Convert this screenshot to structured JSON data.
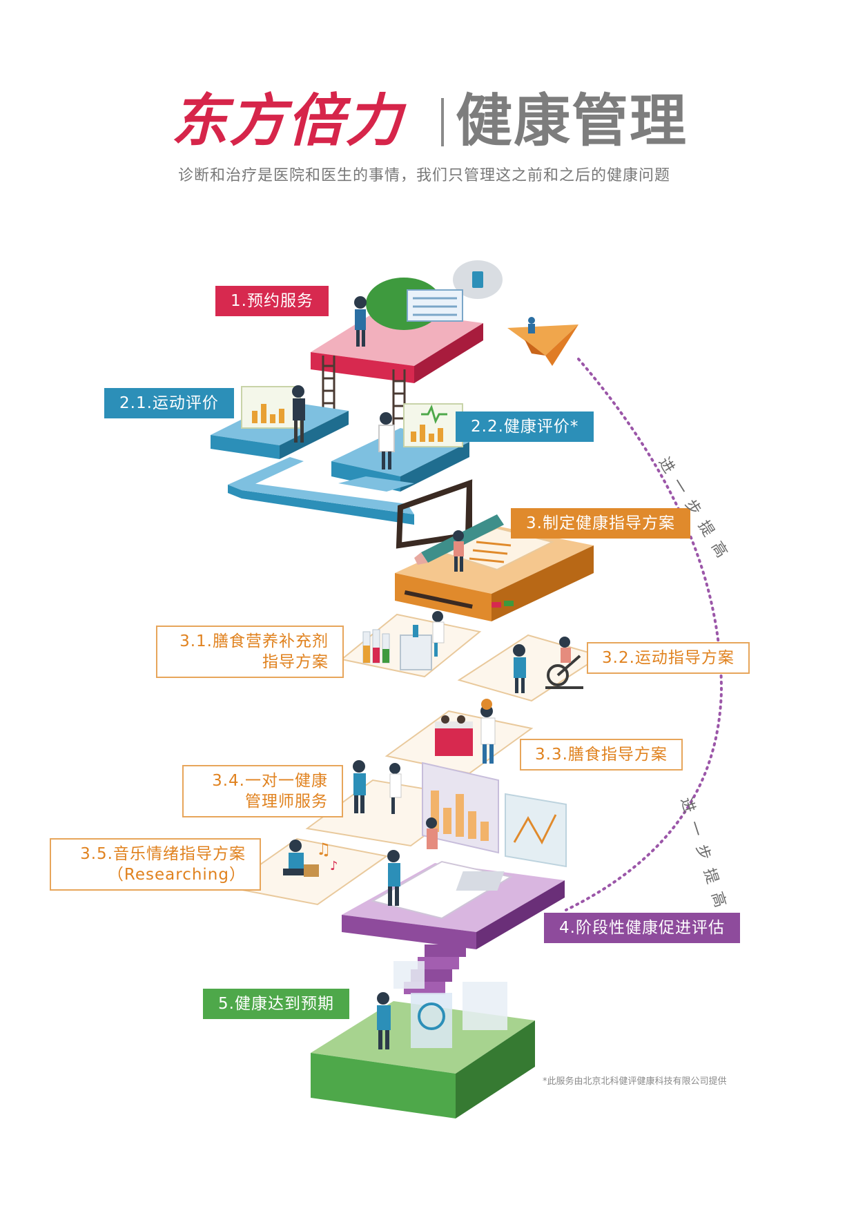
{
  "header": {
    "brand": "东方倍力",
    "product": "健康管理",
    "tagline": "诊断和治疗是医院和医生的事情，我们只管理这之前和之后的健康问题"
  },
  "steps": {
    "s1": "1.预约服务",
    "s2_1": "2.1.运动评价",
    "s2_2": "2.2.健康评价*",
    "s3": "3.制定健康指导方案",
    "s3_1a": "3.1.膳食营养补充剂",
    "s3_1b": "指导方案",
    "s3_2": "3.2.运动指导方案",
    "s3_3": "3.3.膳食指导方案",
    "s3_4a": "3.4.一对一健康",
    "s3_4b": "管理师服务",
    "s3_5a": "3.5.音乐情绪指导方案",
    "s3_5b": "（Researching）",
    "s4": "4.阶段性健康促进评估",
    "s5": "5.健康达到预期"
  },
  "cycle_label_upper": "进一步提高",
  "cycle_label_lower": "进一步提高",
  "footnote": "*此服务由北京北科健评健康科技有限公司提供",
  "colors": {
    "brand_red": "#d6254a",
    "grey": "#7d7d7d",
    "step1": "#d7294f",
    "step2": "#2c8fb8",
    "step3": "#e08a2c",
    "step3_outline": "#e7a55a",
    "step4": "#8e4b9c",
    "step5": "#4ea84a",
    "dotted_arrow": "#9b56a8"
  },
  "icons": [
    "paper-plane-icon",
    "chat-bubble-icon",
    "chart-card-icon",
    "heartbeat-icon",
    "music-note-icon",
    "pencil-icon",
    "test-tube-icon",
    "microscope-icon",
    "exercise-bike-icon",
    "stove-icon",
    "bar-chart-icon",
    "line-chart-icon",
    "book-icon",
    "body-scan-icon"
  ]
}
